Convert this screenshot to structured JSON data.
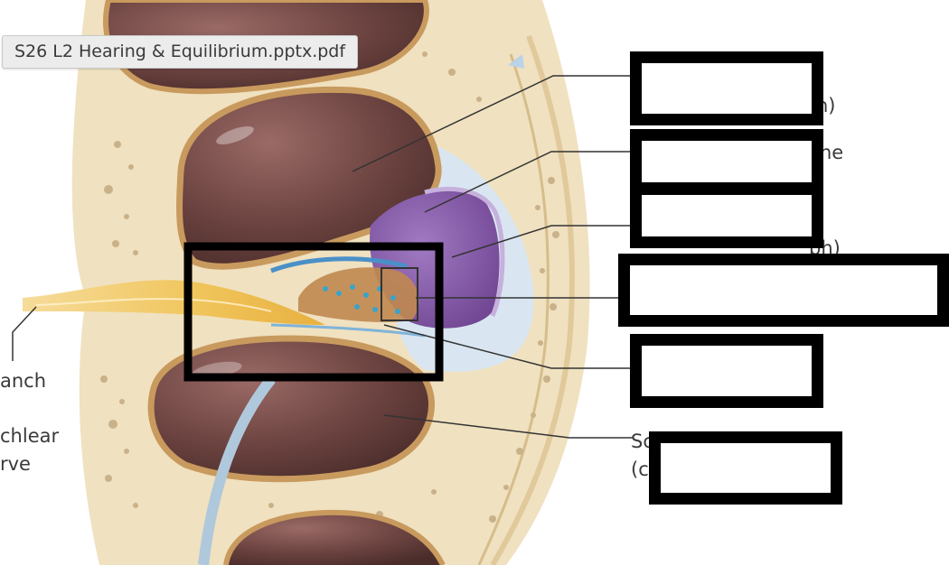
{
  "file_tab": {
    "title": "S26 L2 Hearing & Equilibrium.pptx.pdf"
  },
  "partial_labels": {
    "label_1_tail": "h)",
    "label_2_tail": "ne",
    "label_3_tail": "ph)",
    "branch_tail": "anch",
    "cochlear_nerve_line1": "chlear",
    "cochlear_nerve_line2": "rve",
    "scala_line1": "Sc",
    "scala_line2": "(c"
  },
  "colors": {
    "bone": "#f0e1c0",
    "chamber": "#5e3a37",
    "membrane_brown": "#c89a5e",
    "cochlear_duct": "#8a5aa8",
    "endolymph_blue": "#d9e6f2",
    "nerve": "#f2c45a",
    "redaction": "#000000"
  }
}
